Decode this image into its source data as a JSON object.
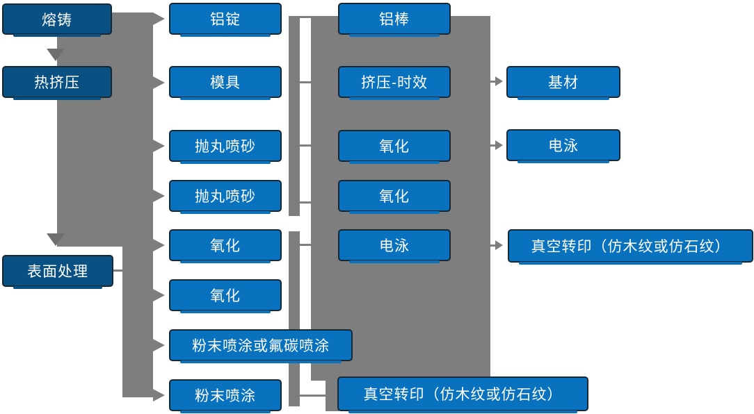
{
  "flow": {
    "title": "aluminum-profile-process-flow",
    "colors": {
      "dark": "#0a5183",
      "blue": "#0872bf",
      "gray": "#7e7e7e",
      "arrow_gray": "#6f6f6f",
      "border": "#182733",
      "text": "#ffffff"
    },
    "col1": [
      "熔铸",
      "热挤压",
      "表面处理"
    ],
    "col2": [
      "铝锭",
      "模具",
      "抛丸喷砂",
      "抛丸喷砂",
      "氧化",
      "氧化",
      "粉末喷涂或氟碳喷涂",
      "粉末喷涂"
    ],
    "col3": [
      "铝棒",
      "挤压-时效",
      "氧化",
      "氧化",
      "电泳",
      "真空转印（仿木纹或仿石纹）"
    ],
    "col4": [
      "基材",
      "电泳",
      "真空转印（仿木纹或仿石纹）"
    ]
  }
}
